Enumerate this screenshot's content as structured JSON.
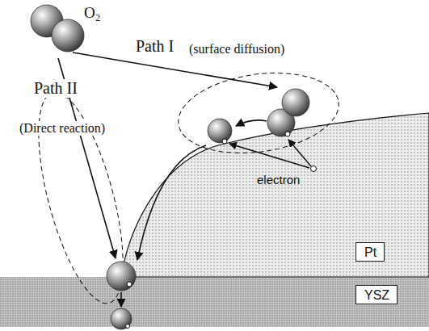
{
  "diagram": {
    "nodes": [
      {
        "text": [
          "Pt"
        ]
      },
      {
        "text": [
          "YSZ"
        ]
      }
    ],
    "labels": [
      "O₂",
      "Path I",
      "(surface diffusion)",
      "Path II",
      "(Direct reaction)",
      "electron"
    ]
  }
}
